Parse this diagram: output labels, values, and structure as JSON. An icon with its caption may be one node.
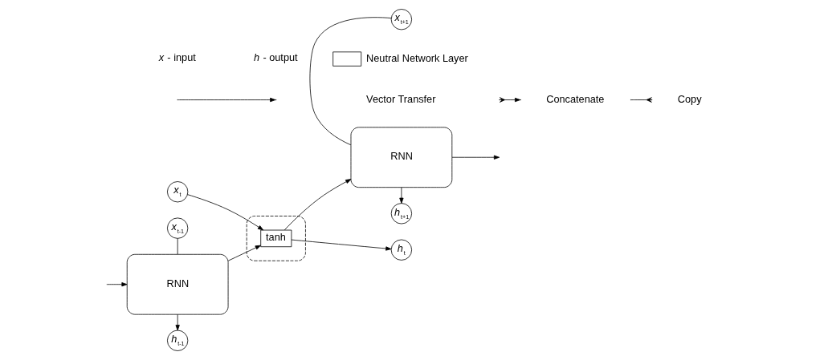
{
  "diagram": {
    "nodes": [
      {
        "text": [
          "RNN"
        ]
      },
      {
        "text": [
          "*h*$_{t-1}$"
        ]
      },
      {
        "text": [
          "*x*$_{t-1}$"
        ]
      },
      {
        "text": [],
        "shape": "box"
      },
      {
        "text": [
          "tanh"
        ],
        "in": 3
      },
      {
        "text": [
          "*h*$_{t}$"
        ]
      },
      {
        "text": [
          "*x*$_{t}$"
        ]
      },
      {
        "text": [
          "RNN"
        ]
      },
      {
        "text": [
          "*h*$_{t+1}$"
        ]
      },
      {
        "text": [
          "*x*$_{t+1}$"
        ]
      }
    ],
    "edges": [
      {
        "from": null,
        "to": 0,
        "arrow": "to"
      },
      {
        "from": 0,
        "to": 1,
        "arrow": "to"
      },
      {
        "from": 2,
        "to": 0,
        "arrow": "none"
      },
      {
        "from": 0,
        "to": 4,
        "arrow": "to"
      },
      {
        "from": 6,
        "to": 4,
        "arrow": "to"
      },
      {
        "from": 4,
        "to": 5,
        "arrow": "to"
      },
      {
        "from": 4,
        "to": 7,
        "arrow": "to"
      },
      {
        "from": 7,
        "to": 8,
        "arrow": "to"
      },
      {
        "from": 9,
        "to": 7,
        "arrow": "none"
      },
      {
        "from": 7,
        "to": null,
        "arrow": "to"
      }
    ],
    "legend": [
      {
        "text": "*x* - input"
      },
      {
        "text": "*h* - output"
      },
      {
        "text": "Neutral Network Layer"
      },
      {
        "text": "Vector Transfer"
      },
      {
        "text": "Concatenate"
      },
      {
        "text": "Copy"
      }
    ]
  }
}
